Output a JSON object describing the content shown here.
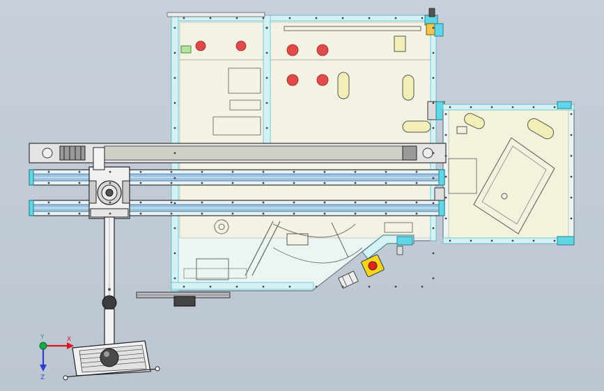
{
  "view": {
    "title": "",
    "background_color": "#c2ccd7"
  },
  "triad": {
    "x_label": "X",
    "y_label": "Y",
    "z_label": "Z",
    "x_color": "#e0141e",
    "y_color": "#17a84a",
    "z_color": "#2a3fd0"
  },
  "colors": {
    "frame_cyan": "#5fd7e6",
    "frame_fill": "#e9f6f7",
    "inner_panel": "#f4f1dc",
    "rail_blue": "#9cc4e0",
    "outline": "#555555",
    "stop_button": "#f2d51c",
    "stop_button_core": "#e0221c",
    "red_dot": "#e14b4b"
  }
}
